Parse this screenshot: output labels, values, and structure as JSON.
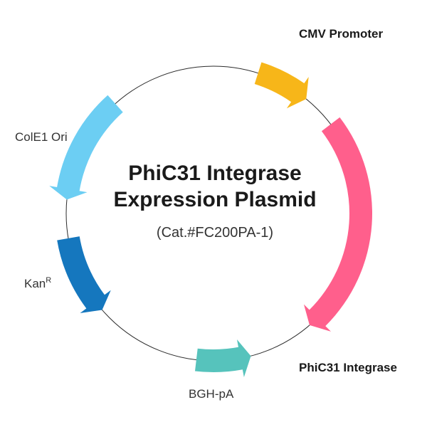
{
  "plasmid": {
    "title_line1": "PhiC31 Integrase",
    "title_line2": "Expression Plasmid",
    "catalog": "(Cat.#FC200PA-1)",
    "backbone_color": "#2b2b2b",
    "features": [
      {
        "id": "cmv-promoter",
        "label": "CMV Promoter",
        "color": "#F7B619",
        "direction": "clockwise",
        "bold": true
      },
      {
        "id": "phic31-integrase",
        "label": "PhiC31 Integrase",
        "color": "#FF5F8C",
        "direction": "clockwise",
        "bold": true
      },
      {
        "id": "bgh-pa",
        "label": "BGH-pA",
        "color": "#56C3BC",
        "direction": "counterclockwise",
        "bold": false
      },
      {
        "id": "kanr",
        "label": "Kan",
        "label_superscript": "R",
        "color": "#1577BE",
        "direction": "counterclockwise",
        "bold": false
      },
      {
        "id": "cole1-ori",
        "label": "ColE1 Ori",
        "color": "#6CCEF3",
        "direction": "counterclockwise",
        "bold": false
      }
    ]
  }
}
